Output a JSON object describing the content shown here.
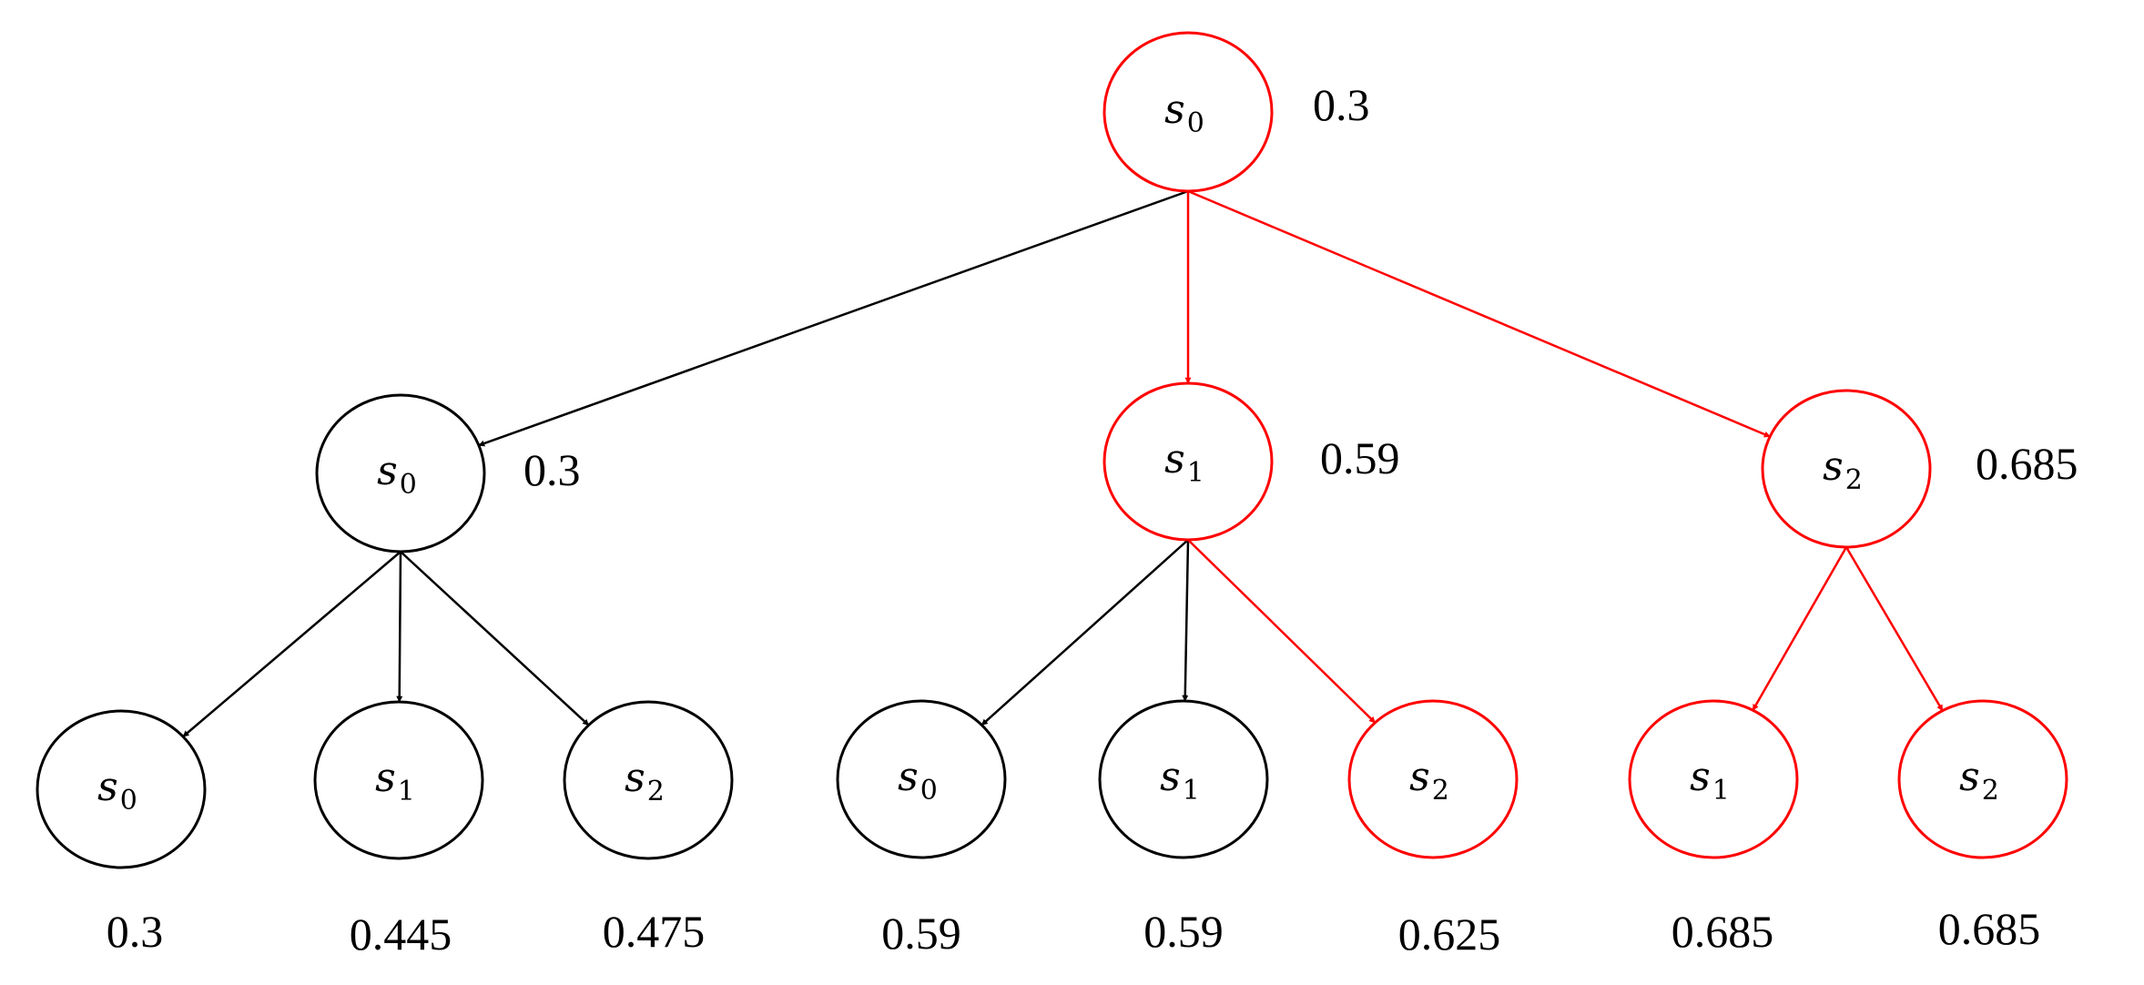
{
  "colors": {
    "highlight": "#ff0000",
    "normal": "#000000"
  },
  "nodes": [
    {
      "id": "root",
      "state": "s",
      "sub": "0",
      "value": "0.3",
      "highlight": true
    },
    {
      "id": "l1-a",
      "state": "s",
      "sub": "0",
      "value": "0.3",
      "highlight": false
    },
    {
      "id": "l1-b",
      "state": "s",
      "sub": "1",
      "value": "0.59",
      "highlight": true
    },
    {
      "id": "l1-c",
      "state": "s",
      "sub": "2",
      "value": "0.685",
      "highlight": true
    },
    {
      "id": "l2-a0",
      "state": "s",
      "sub": "0",
      "value": "0.3",
      "highlight": false
    },
    {
      "id": "l2-a1",
      "state": "s",
      "sub": "1",
      "value": "0.445",
      "highlight": false
    },
    {
      "id": "l2-a2",
      "state": "s",
      "sub": "2",
      "value": "0.475",
      "highlight": false
    },
    {
      "id": "l2-b0",
      "state": "s",
      "sub": "0",
      "value": "0.59",
      "highlight": false
    },
    {
      "id": "l2-b1",
      "state": "s",
      "sub": "1",
      "value": "0.59",
      "highlight": false
    },
    {
      "id": "l2-b2",
      "state": "s",
      "sub": "2",
      "value": "0.625",
      "highlight": true
    },
    {
      "id": "l2-c1",
      "state": "s",
      "sub": "1",
      "value": "0.685",
      "highlight": true
    },
    {
      "id": "l2-c2",
      "state": "s",
      "sub": "2",
      "value": "0.685",
      "highlight": true
    }
  ],
  "edges": [
    {
      "from": "root",
      "to": "l1-a",
      "highlight": false
    },
    {
      "from": "root",
      "to": "l1-b",
      "highlight": true
    },
    {
      "from": "root",
      "to": "l1-c",
      "highlight": true
    },
    {
      "from": "l1-a",
      "to": "l2-a0",
      "highlight": false
    },
    {
      "from": "l1-a",
      "to": "l2-a1",
      "highlight": false
    },
    {
      "from": "l1-a",
      "to": "l2-a2",
      "highlight": false
    },
    {
      "from": "l1-b",
      "to": "l2-b0",
      "highlight": false
    },
    {
      "from": "l1-b",
      "to": "l2-b1",
      "highlight": false
    },
    {
      "from": "l1-b",
      "to": "l2-b2",
      "highlight": true
    },
    {
      "from": "l1-c",
      "to": "l2-c1",
      "highlight": true
    },
    {
      "from": "l1-c",
      "to": "l2-c2",
      "highlight": true
    }
  ]
}
